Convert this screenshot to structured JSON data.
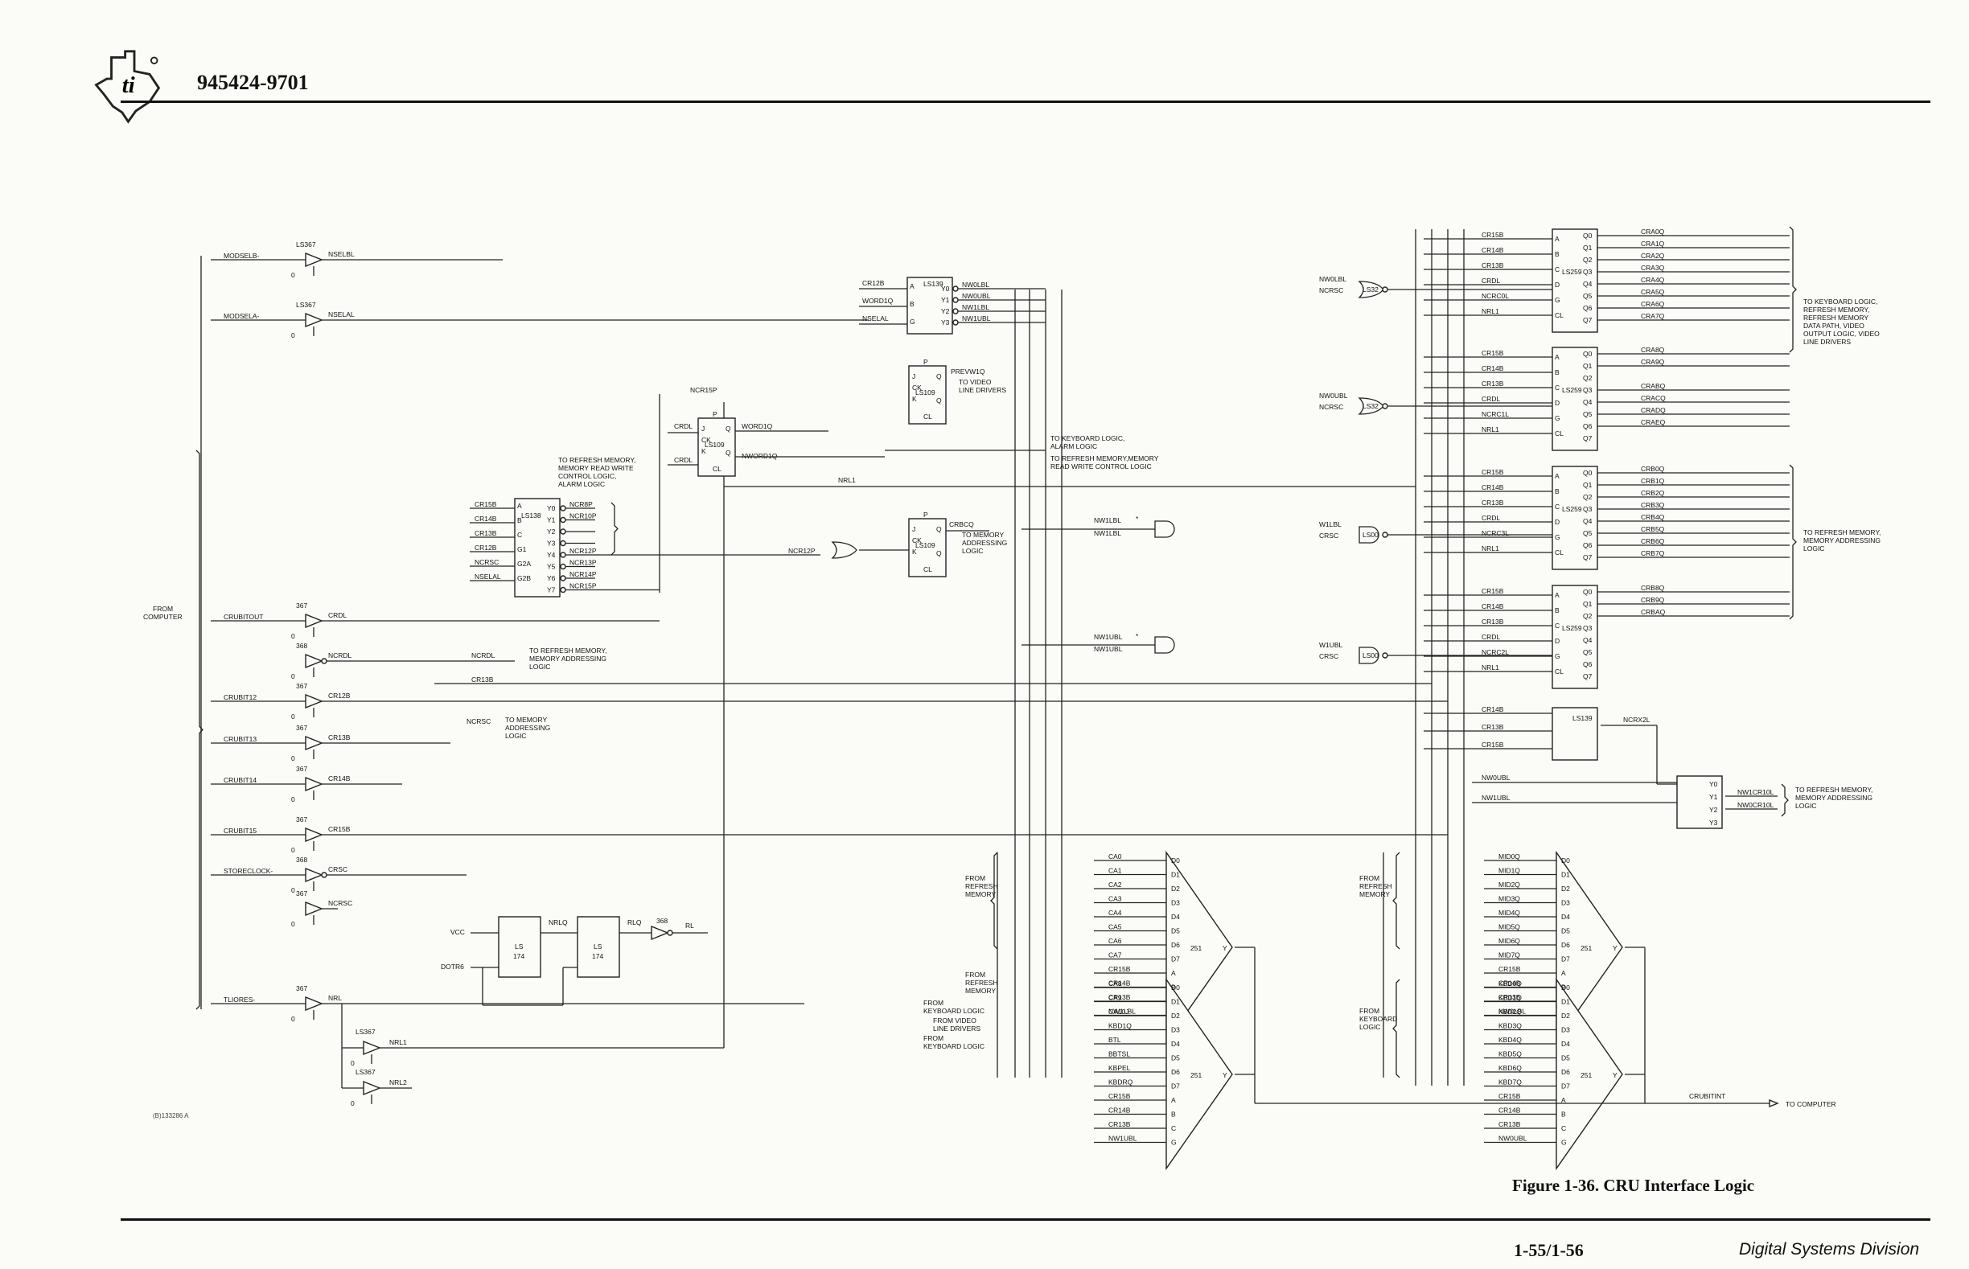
{
  "header": {
    "document_number": "945424-9701"
  },
  "footer": {
    "figure_caption": "Figure 1-36. CRU Interface Logic",
    "page_number": "1-55/1-56",
    "division": "Digital Systems Division"
  },
  "drawing_id": "(B)133286 A",
  "input_buffers": [
    {
      "signal": "MODSELB-",
      "chip": "LS367",
      "out": "NSELBL"
    },
    {
      "signal": "MODSELA-",
      "chip": "LS367",
      "out": "NSELAL"
    },
    {
      "signal": "CRUBITOUT",
      "chip": "367",
      "out": "CRDL"
    },
    {
      "signal": "",
      "chip": "368",
      "out": "NCRDL"
    },
    {
      "signal": "CRUBIT12",
      "chip": "367",
      "out": "CR12B"
    },
    {
      "signal": "CRUBIT13",
      "chip": "367",
      "out": "CR13B"
    },
    {
      "signal": "CRUBIT14",
      "chip": "367",
      "out": "CR14B"
    },
    {
      "signal": "CRUBIT15",
      "chip": "367",
      "out": "CR15B"
    },
    {
      "signal": "STORECLOCK-",
      "chip": "368",
      "out": "CRSC"
    },
    {
      "signal": "",
      "chip": "367",
      "out": "NCRSC"
    },
    {
      "signal": "TLIORES-",
      "chip": "367",
      "out": "NRL"
    }
  ],
  "from_computer": "FROM COMPUTER",
  "nrl_buffers": [
    {
      "chip": "LS367",
      "out": "NRL1"
    },
    {
      "chip": "LS367",
      "out": "NRL2"
    }
  ],
  "left_labels": {
    "ncrdl": "NCRDL",
    "cr13b": "CR13B",
    "ncrsc": "NCRSC",
    "ncrdl_dest": [
      "TO REFRESH MEMORY,",
      "MEMORY ADDRESSING",
      "LOGIC"
    ],
    "ncrsc_dest": [
      "TO MEMORY",
      "ADDRESSING",
      "LOGIC"
    ]
  },
  "ls138": {
    "chip": "LS138",
    "inputs": [
      "CR15B",
      "CR14B",
      "CR13B",
      "CR12B",
      "NCRSC",
      "NSELAL"
    ],
    "pins_in": [
      "A",
      "B",
      "C",
      "G1",
      "G2A",
      "G2B"
    ],
    "pins_out": [
      "Y0",
      "Y1",
      "Y2",
      "Y3",
      "Y4",
      "Y5",
      "Y6",
      "Y7"
    ],
    "outputs": [
      "NCR8P",
      "NCR10P",
      "",
      "",
      "NCR12P",
      "NCR13P",
      "NCR14P",
      "NCR15P"
    ],
    "dest": [
      "TO REFRESH MEMORY,",
      "MEMORY READ WRITE",
      "CONTROL LOGIC,",
      "ALARM LOGIC"
    ]
  },
  "ls139_top": {
    "chip": "LS139",
    "inputs": [
      "CR12B",
      "WORD1Q",
      "NSELAL"
    ],
    "outputs": [
      "NW0LBL",
      "NW0UBL",
      "NW1LBL",
      "NW1UBL"
    ]
  },
  "ls109_a": {
    "chip": "LS109",
    "inputs": [
      "CRDL",
      "CRDL"
    ],
    "clock": "NCR15P",
    "output": "WORD1Q",
    "output_n": "NWORD1Q"
  },
  "ls109_b": {
    "chip": "LS109",
    "output": "PREVW1Q",
    "dest": [
      "TO VIDEO",
      "LINE DRIVERS"
    ]
  },
  "ls109_c": {
    "chip": "LS109",
    "clock": "NCR12P",
    "output": "CRBCQ",
    "dest": [
      "TO MEMORY",
      "ADDRESSING",
      "LOGIC"
    ]
  },
  "mid_labels": {
    "keyboard": [
      "TO KEYBOARD LOGIC,",
      "ALARM LOGIC"
    ],
    "refresh": [
      "TO REFRESH MEMORY,MEMORY",
      "READ WRITE CONTROL LOGIC"
    ],
    "nrl1": "NRL1",
    "nw1lbl": "NW1LBL",
    "nw1ubl": "NW1UBL",
    "star": "*"
  },
  "ls174": {
    "vcc": "VCC",
    "dotr6": "DOTR6",
    "chip": "LS",
    "chip2": "174",
    "q1": "NRLQ",
    "q2": "RLQ",
    "buf": "368",
    "out": "RL"
  },
  "gates": [
    {
      "in1": "NW0LBL",
      "in2": "NCRSC",
      "chip": "LS32"
    },
    {
      "in1": "NW0UBL",
      "in2": "NCRSC",
      "chip": "LS32"
    },
    {
      "in1": "W1LBL",
      "in2": "CRSC",
      "chip": "LS00"
    },
    {
      "in1": "W1UBL",
      "in2": "CRSC",
      "chip": "LS00"
    }
  ],
  "latches": [
    {
      "chip": "LS259",
      "inputs": [
        "CR15B",
        "CR14B",
        "CR13B",
        "CRDL",
        "NCRC0L",
        "NRL1"
      ],
      "outputs": [
        "CRA0Q",
        "CRA1Q",
        "CRA2Q",
        "CRA3Q",
        "CRA4Q",
        "CRA5Q",
        "CRA6Q",
        "CRA7Q"
      ]
    },
    {
      "chip": "LS259",
      "inputs": [
        "CR15B",
        "CR14B",
        "CR13B",
        "CRDL",
        "NCRC1L",
        "NRL1"
      ],
      "outputs": [
        "CRA8Q",
        "CRA9Q",
        "",
        "CRABQ",
        "CRACQ",
        "CRADQ",
        "CRAEQ",
        ""
      ]
    },
    {
      "chip": "LS259",
      "inputs": [
        "CR15B",
        "CR14B",
        "CR13B",
        "CRDL",
        "NCRC3L",
        "NRL1"
      ],
      "outputs": [
        "CRB0Q",
        "CRB1Q",
        "CRB2Q",
        "CRB3Q",
        "CRB4Q",
        "CRB5Q",
        "CRB6Q",
        "CRB7Q"
      ]
    },
    {
      "chip": "LS259",
      "inputs": [
        "CR15B",
        "CR14B",
        "CR13B",
        "CRDL",
        "NCRC2L",
        "NRL1"
      ],
      "outputs": [
        "CRB8Q",
        "CRB9Q",
        "CRBAQ",
        "",
        "",
        "",
        "",
        ""
      ]
    }
  ],
  "latch_pins_in": [
    "A",
    "B",
    "C",
    "D",
    "G",
    "CL"
  ],
  "latch_pins_out": [
    "Q0",
    "Q1",
    "Q2",
    "Q3",
    "Q4",
    "Q5",
    "Q6",
    "Q7"
  ],
  "latch_dest": [
    [
      "TO KEYBOARD LOGIC,",
      "REFRESH MEMORY,",
      "REFRESH MEMORY",
      "DATA PATH, VIDEO",
      "OUTPUT LOGIC, VIDEO",
      "LINE DRIVERS"
    ],
    [
      "TO REFRESH MEMORY,",
      "MEMORY ADDRESSING",
      "LOGIC"
    ]
  ],
  "ls139_right": {
    "chip": "LS139",
    "inputs": [
      "CR14B",
      "CR13B",
      "CR15B"
    ],
    "output": "NCRX2L"
  },
  "ls139_far": {
    "inputs": [
      "NW0UBL",
      "NW1UBL"
    ],
    "pins_out": [
      "Y0",
      "Y1",
      "Y2",
      "Y3"
    ],
    "outputs": [
      "NW1CR10L",
      "NW0CR10L"
    ],
    "dest": [
      "TO REFRESH MEMORY,",
      "MEMORY ADDRESSING",
      "LOGIC"
    ]
  },
  "mux_a": {
    "chip": "251",
    "inputs": [
      "CA0",
      "CA1",
      "CA2",
      "CA3",
      "CA4",
      "CA5",
      "CA6",
      "CA7",
      "CR15B",
      "CR14B",
      "CR13B",
      "NW1LBL"
    ],
    "source": [
      "FROM",
      "REFRESH",
      "MEMORY"
    ]
  },
  "mux_b": {
    "chip": "251",
    "inputs": [
      "CA8",
      "CA9",
      "CA10J",
      "KBD1Q",
      "BTL",
      "BBTSL",
      "KBPEL",
      "KBDRQ",
      "CR15B",
      "CR14B",
      "CR13B",
      "NW1UBL"
    ],
    "sources": [
      [
        "FROM",
        "REFRESH",
        "MEMORY"
      ],
      [
        "FROM",
        "KEYBOARD LOGIC"
      ],
      [
        "FROM VIDEO",
        "LINE DRIVERS"
      ],
      [
        "FROM",
        "KEYBOARD LOGIC"
      ]
    ]
  },
  "mux_c": {
    "chip": "251",
    "inputs": [
      "MID0Q",
      "MID1Q",
      "MID2Q",
      "MID3Q",
      "MID4Q",
      "MID5Q",
      "MID6Q",
      "MID7Q",
      "CR15B",
      "CR14B",
      "CR13B",
      "NW0LBL"
    ],
    "source": [
      "FROM",
      "REFRESH",
      "MEMORY"
    ]
  },
  "mux_d": {
    "chip": "251",
    "inputs": [
      "KBD0Q",
      "KBD1Q",
      "KBD2Q",
      "KBD3Q",
      "KBD4Q",
      "KBD5Q",
      "KBD6Q",
      "KBD7Q",
      "CR15B",
      "CR14B",
      "CR13B",
      "NW0UBL"
    ],
    "source": [
      "FROM",
      "KEYBOARD",
      "LOGIC"
    ]
  },
  "mux_pins": [
    "D0",
    "D1",
    "D2",
    "D3",
    "D4",
    "D5",
    "D6",
    "D7",
    "A",
    "B",
    "C",
    "G"
  ],
  "mux_out": "Y",
  "output": {
    "signal": "CRUBITINT",
    "dest": "TO COMPUTER"
  }
}
